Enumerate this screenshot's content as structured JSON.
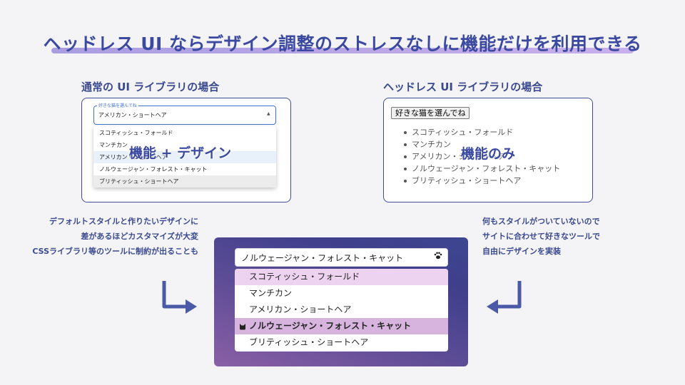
{
  "title": "ヘッドレス UI ならデザイン調整のストレスなしに機能だけを利用できる",
  "colors": {
    "accent": "#3b4aa0",
    "title_underline": "#b9a6e6",
    "panel_border": "#3f4d9a",
    "bottom_gradient_start": "#8a5fa6",
    "bottom_gradient_end": "#3e4690"
  },
  "left": {
    "heading": "通常の UI ライブラリの場合",
    "field_label": "好きな猫を選んでね",
    "field_value": "アメリカン・ショートヘア",
    "caret": "▲",
    "options": [
      "スコティッシュ・フォールド",
      "マンチカン",
      "アメリカン・ショートヘア",
      "ノルウェージャン・フォレスト・キャット",
      "ブリティッシュ・ショートヘア"
    ],
    "overlay": "機能 + デザイン",
    "caption": [
      "デフォルトスタイルと作りたいデザインに",
      "差があるほどカスタマイズが大変",
      "CSSライブラリ等のツールに制約が出ることも"
    ]
  },
  "right": {
    "heading": "ヘッドレス UI ライブラリの場合",
    "button_label": "好きな猫を選んでね",
    "options": [
      "スコティッシュ・フォールド",
      "マンチカン",
      "アメリカン・ショートヘア",
      "ノルウェージャン・フォレスト・キャット",
      "ブリティッシュ・ショートヘア"
    ],
    "overlay": "機能のみ",
    "caption": [
      "何もスタイルがついていないので",
      "サイトに合わせて好きなツールで",
      "自由にデザインを実装"
    ]
  },
  "bottom": {
    "selected_value": "ノルウェージャン・フォレスト・キャット",
    "paw_icon": "paw-icon",
    "options": [
      "スコティッシュ・フォールド",
      "マンチカン",
      "アメリカン・ショートヘア",
      "ノルウェージャン・フォレスト・キャット",
      "ブリティッシュ・ショートヘア"
    ],
    "active_index": 0,
    "selected_index": 3,
    "check_icon": "cat-icon"
  }
}
